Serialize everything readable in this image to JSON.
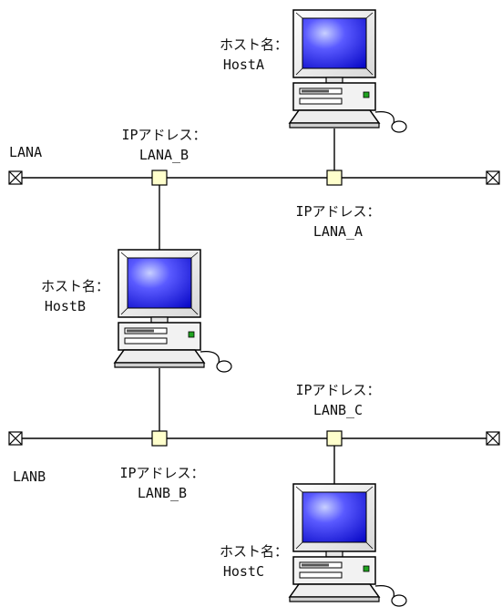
{
  "networks": {
    "lana": {
      "name": "LANA"
    },
    "lanb": {
      "name": "LANB"
    }
  },
  "hosts": {
    "a": {
      "name_label": "ホスト名：",
      "name": "HostA"
    },
    "b": {
      "name_label": "ホスト名：",
      "name": "HostB"
    },
    "c": {
      "name_label": "ホスト名：",
      "name": "HostC"
    }
  },
  "ip_addresses": {
    "lana_b": {
      "label": "IPアドレス：",
      "value": "LANA_B"
    },
    "lana_a": {
      "label": "IPアドレス：",
      "value": "LANA_A"
    },
    "lanb_c": {
      "label": "IPアドレス：",
      "value": "LANB_C"
    },
    "lanb_b": {
      "label": "IPアドレス：",
      "value": "LANB_B"
    }
  },
  "colors": {
    "line": "#000000",
    "node_fill": "#ffffcc",
    "screen": "#3a3aff",
    "monitor_body": "#f2f2f2"
  },
  "icons": {
    "computer": "desktop-computer-icon",
    "terminator": "terminator-x-box-icon",
    "connector": "connector-square-icon"
  }
}
